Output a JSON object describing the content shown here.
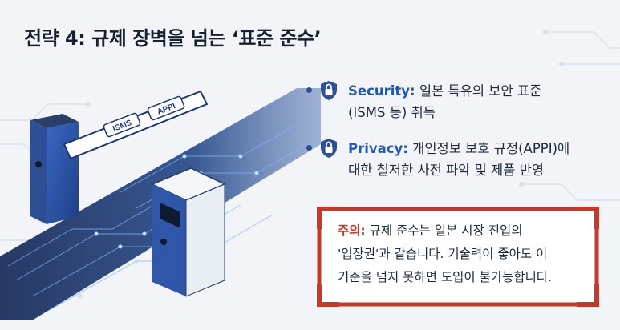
{
  "slide": {
    "title": "전략 4: 규제 장벽을 넘는 ‘표준 준수’",
    "illustration": {
      "barrier_labels": [
        "ISMS",
        "APPI"
      ],
      "icon": "security-gate-illustration"
    },
    "bullets": [
      {
        "icon": "lock-shield-icon",
        "keyword": "Security:",
        "text_line1": "일본 특유의 보안 표준",
        "text_line2": "(ISMS 등) 취득"
      },
      {
        "icon": "lock-shield-icon",
        "keyword": "Privacy:",
        "text_line1": "개인정보 보호 규정(APPI)에",
        "text_line2": "대한 철저한 사전 파악 및 제품 반영"
      }
    ],
    "warning": {
      "label": "주의:",
      "line1": "규제 준수는 일본 시장 진입의",
      "line2": "'입장권'과 같습니다. 기술력이 좋아도 이",
      "line3": "기준을 넘지 못하면 도입이 불가능합니다."
    },
    "colors": {
      "accent_blue": "#2559a8",
      "warning_red": "#c23a2b",
      "background": "#f2f4f8"
    }
  }
}
